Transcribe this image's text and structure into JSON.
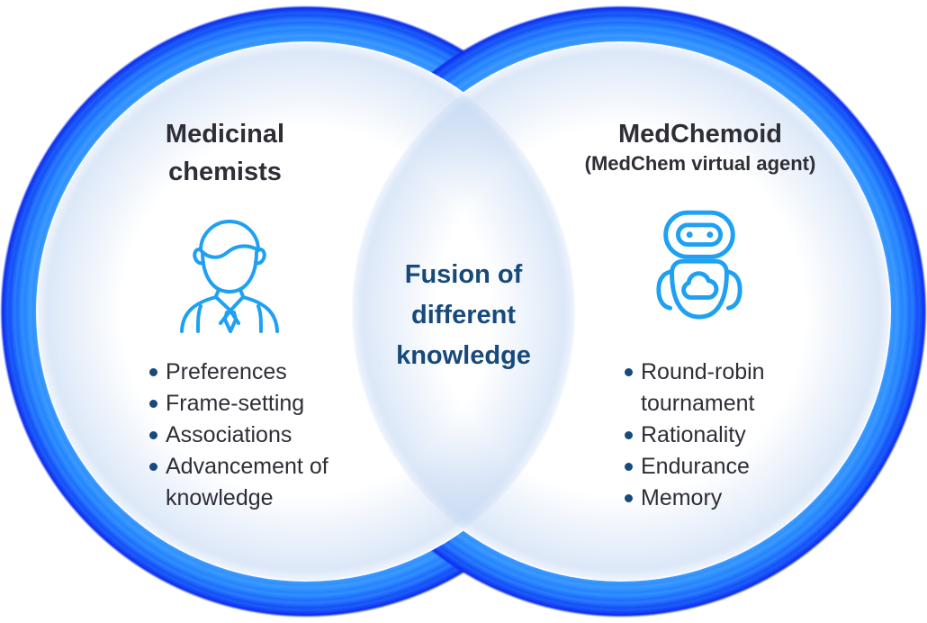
{
  "colors": {
    "glow_inner": "#3b9aff",
    "glow_outer": "#0c2eee",
    "icon_stroke": "#1ea0f3",
    "title_text": "#2e2e36",
    "center_text": "#17497c",
    "bullet_dot": "#17497c"
  },
  "left_circle": {
    "title": "Medicinal chemists",
    "icon": "person-icon",
    "items": [
      "Preferences",
      "Frame-setting",
      "Associations",
      "Advancement of knowledge"
    ]
  },
  "right_circle": {
    "title": "MedChemoid",
    "subtitle": "(MedChem virtual agent)",
    "icon": "robot-icon",
    "items": [
      "Round-robin tournament",
      "Rationality",
      "Endurance",
      "Memory"
    ]
  },
  "center": {
    "label": "Fusion of different knowledge"
  }
}
